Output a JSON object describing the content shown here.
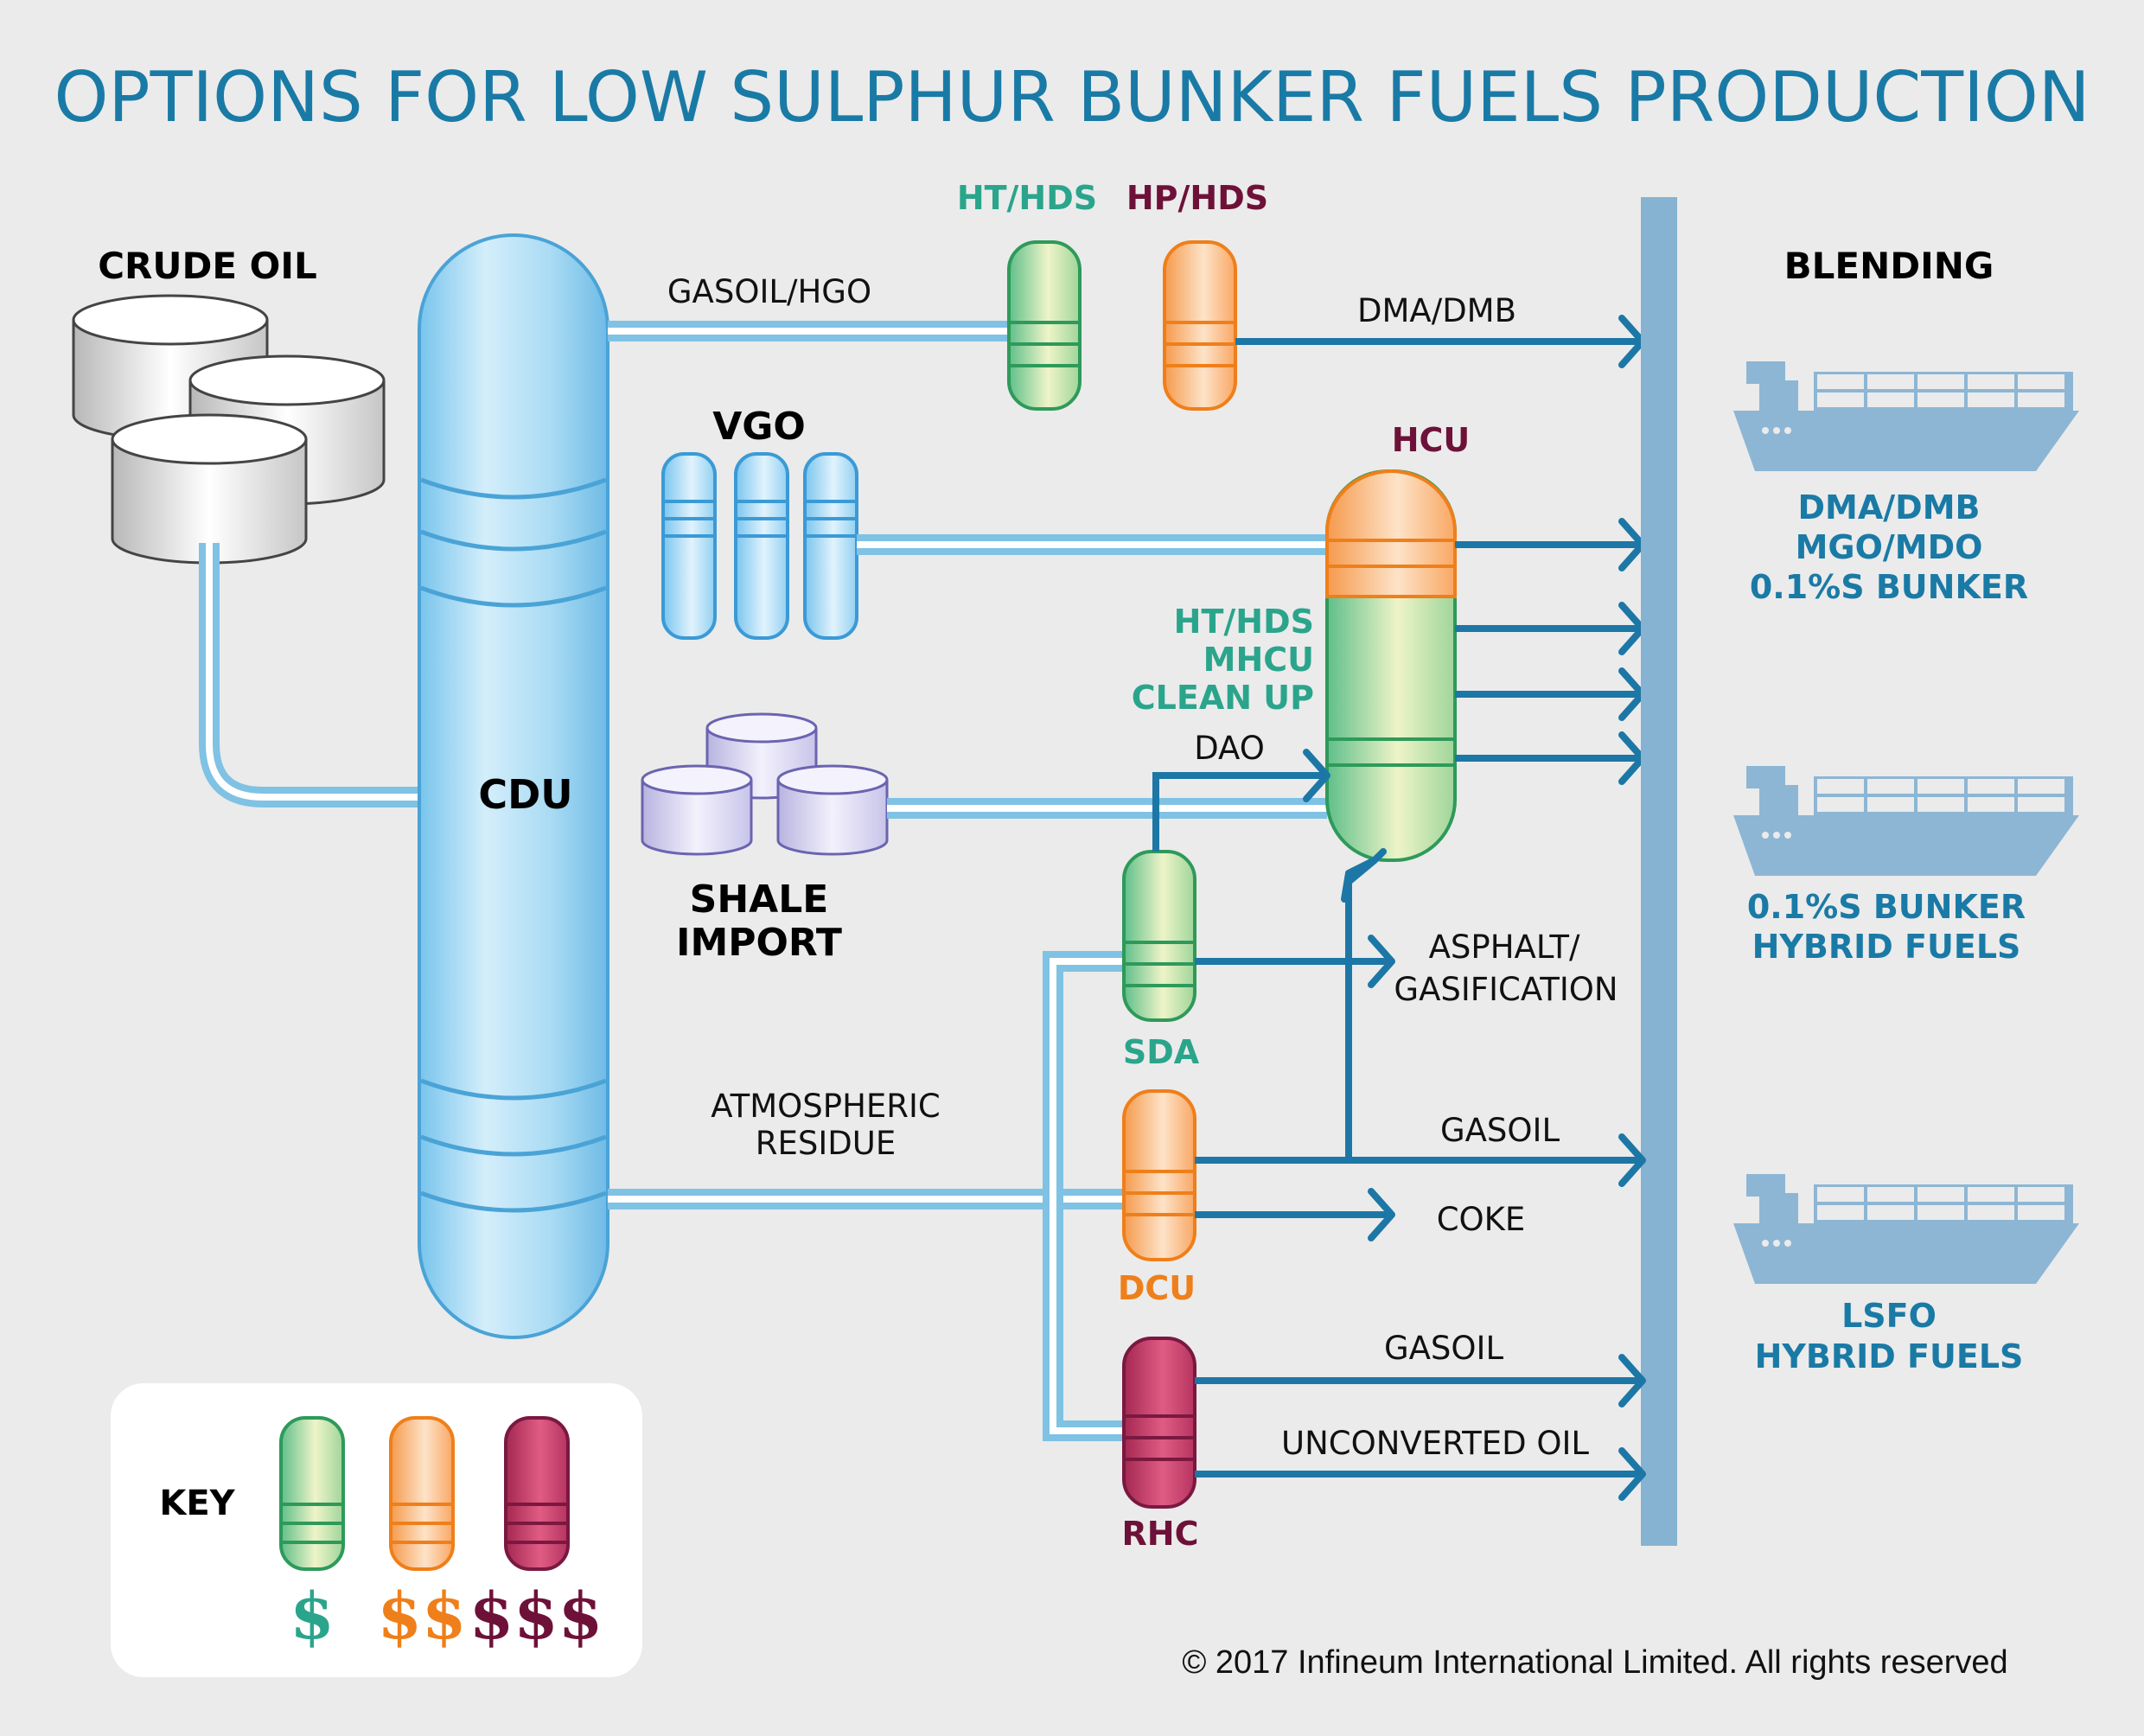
{
  "title": "OPTIONS FOR LOW SULPHUR BUNKER FUELS PRODUCTION",
  "crude_oil": "CRUDE OIL",
  "cdu": "CDU",
  "vgo": "VGO",
  "shale_import": [
    "SHALE",
    "IMPORT"
  ],
  "blending": "BLENDING",
  "units": {
    "ht_hds_top": "HT/HDS",
    "hp_hds": "HP/HDS",
    "hcu": "HCU",
    "ht_hds_mhcu": [
      "HT/HDS",
      "MHCU",
      "CLEAN UP"
    ],
    "sda": "SDA",
    "dcu": "DCU",
    "rhc": "RHC"
  },
  "streams": {
    "gasoil_hgo": "GASOIL/HGO",
    "dma_dmb": "DMA/DMB",
    "dao": "DAO",
    "asphalt": [
      "ASPHALT/",
      "GASIFICATION"
    ],
    "atmospheric_residue": [
      "ATMOSPHERIC",
      "RESIDUE"
    ],
    "gasoil_dcu": "GASOIL",
    "coke": "COKE",
    "gasoil_rhc": "GASOIL",
    "unconverted_oil": "UNCONVERTED OIL"
  },
  "products": {
    "ship1": [
      "DMA/DMB",
      "MGO/MDO",
      "0.1%S BUNKER"
    ],
    "ship2": [
      "0.1%S BUNKER",
      "HYBRID FUELS"
    ],
    "ship3": [
      "LSFO",
      "HYBRID FUELS"
    ]
  },
  "key": {
    "label": "KEY",
    "cost_low": "$",
    "cost_mid": "$$",
    "cost_high": "$$$"
  },
  "copyright": "© 2017 Infineum International Limited. All rights reserved",
  "colors": {
    "title_blue": "#1a7aa6",
    "flow_blue": "#1c77a6",
    "low_cost_green": "#2aa58c",
    "mid_cost_orange": "#ef7f1a",
    "high_cost_maroon": "#6e1138"
  }
}
